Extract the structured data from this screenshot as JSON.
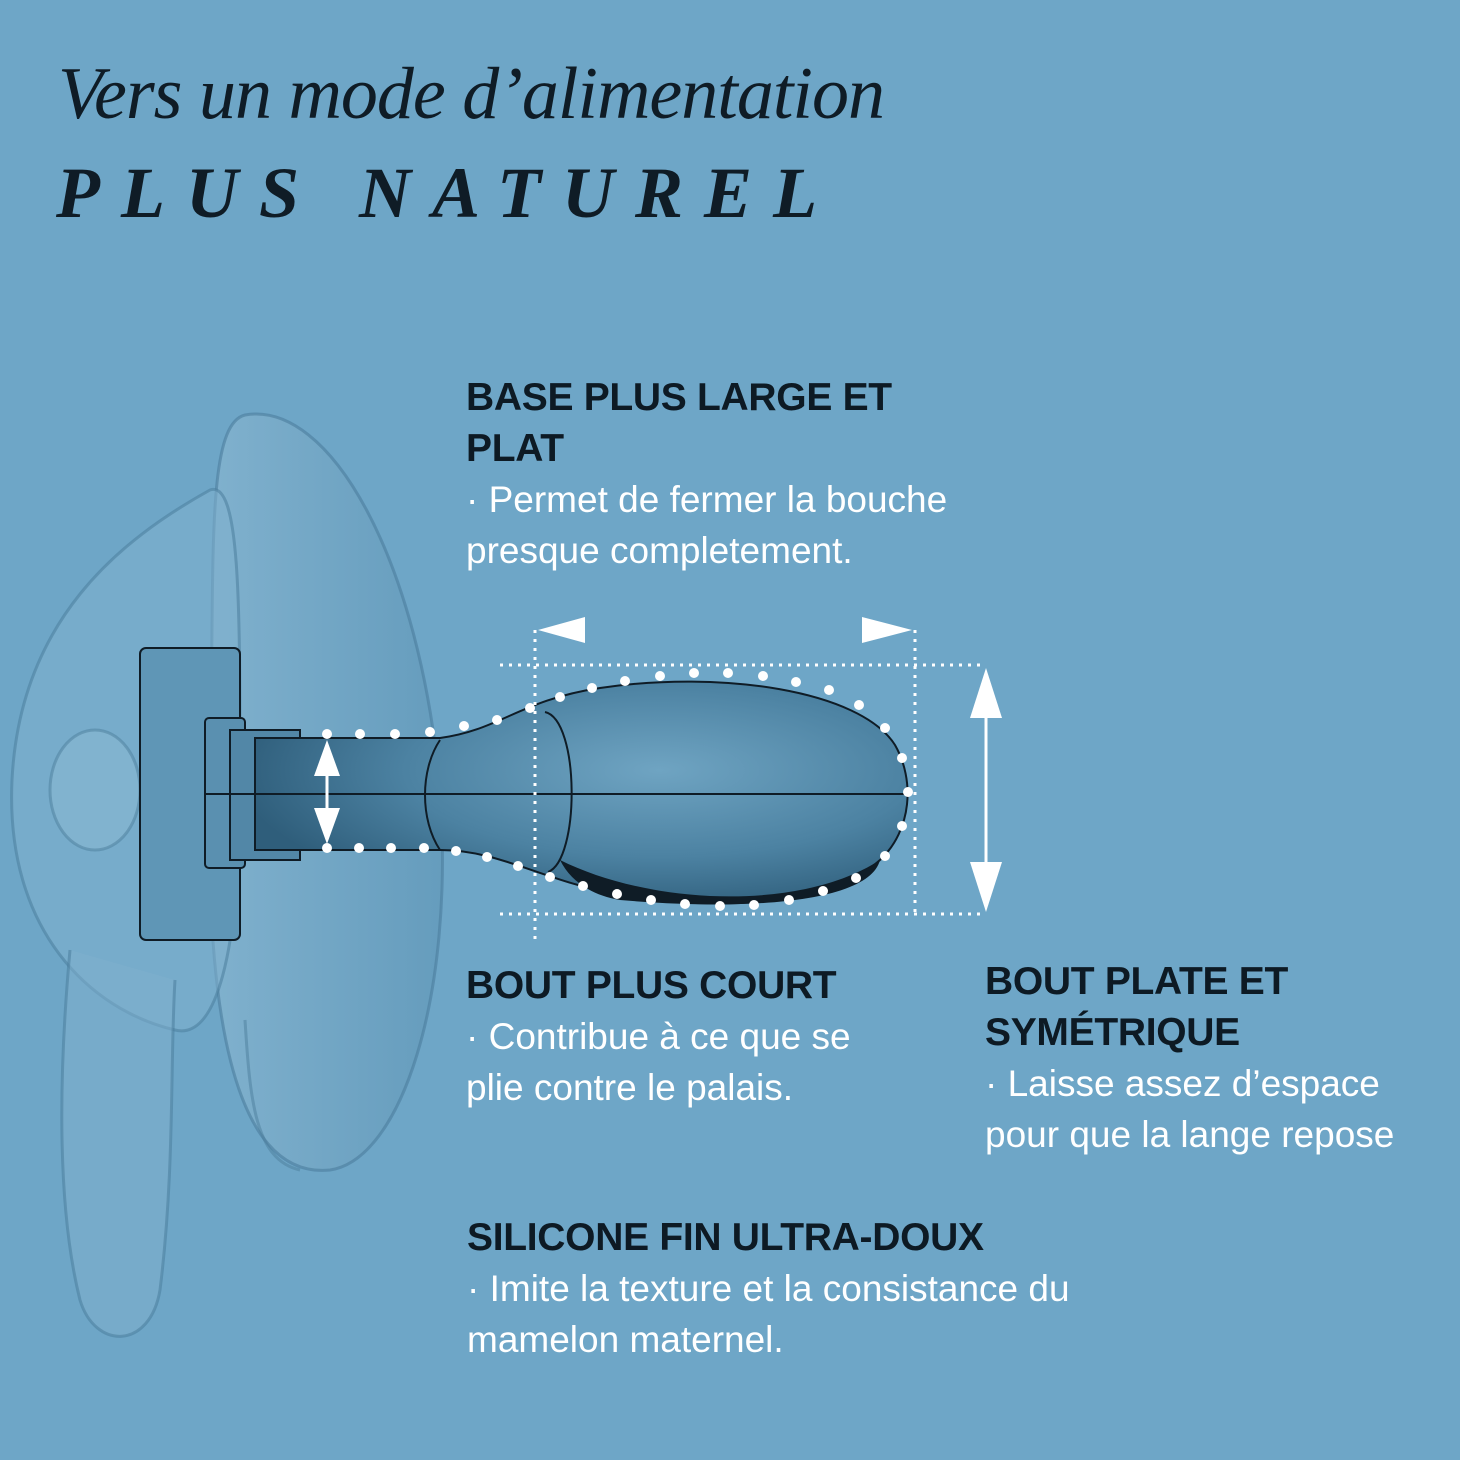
{
  "title": {
    "line1": "Vers un mode d’alimentation",
    "line2": "PLUS NATUREL"
  },
  "features": [
    {
      "heading_l1": "BASE PLUS LARGE ET",
      "heading_l2": "PLAT",
      "body_l1": "· Permet de fermer la bouche",
      "body_l2": "presque completement."
    },
    {
      "heading_l1": "BOUT PLUS COURT",
      "body_l1": "· Contribue à ce que se",
      "body_l2": "plie contre le palais."
    },
    {
      "heading_l1": "BOUT PLATE ET",
      "heading_l2": "SYMÉTRIQUE",
      "body_l1": "· Laisse assez d’espace",
      "body_l2": "pour que la lange repose"
    },
    {
      "heading_l1": "SILICONE FIN ULTRA-DOUX",
      "body_l1": "· Imite la texture et la consistance du",
      "body_l2": "mamelon maternel."
    }
  ],
  "colors": {
    "background": "#6ea6c7",
    "heading": "#0d1a24",
    "body": "#ffffff"
  }
}
